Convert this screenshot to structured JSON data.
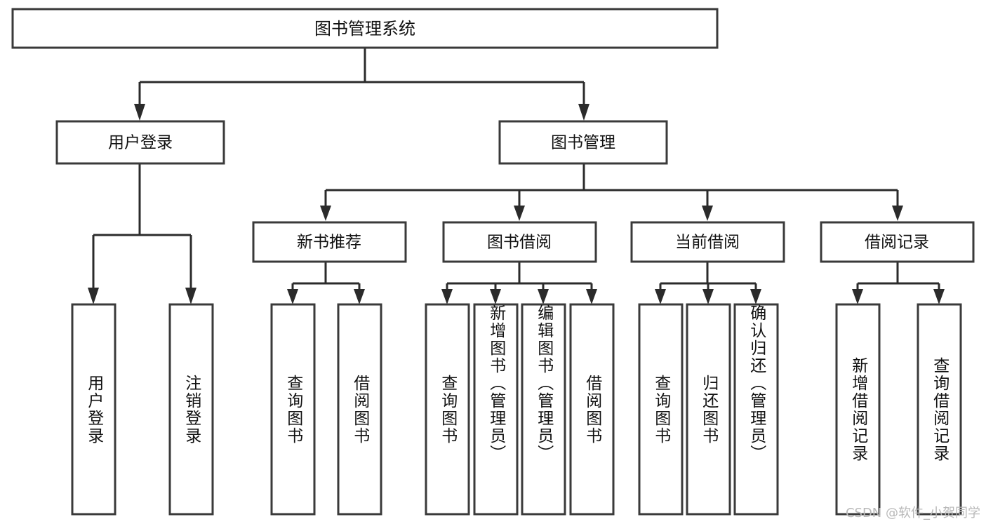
{
  "diagram": {
    "type": "tree-hierarchy",
    "title": "图书管理系统",
    "watermark": "CSDN @软件_小贺同学",
    "colors": {
      "box_stroke": "#3a3a3a",
      "connector": "#2b2b2b",
      "background": "#ffffff",
      "text": "#111111",
      "watermark": "#b8b8b8"
    },
    "root": {
      "label": "图书管理系统"
    },
    "level2": [
      {
        "label": "用户登录"
      },
      {
        "label": "图书管理"
      }
    ],
    "level3": [
      {
        "label": "新书推荐"
      },
      {
        "label": "图书借阅"
      },
      {
        "label": "当前借阅"
      },
      {
        "label": "借阅记录"
      }
    ],
    "leaves": {
      "user_login": [
        {
          "label": "用户登录"
        },
        {
          "label": "注销登录"
        }
      ],
      "new_book_recommend": [
        {
          "label": "查询图书"
        },
        {
          "label": "借阅图书"
        }
      ],
      "book_borrow": [
        {
          "label": "查询图书"
        },
        {
          "label": "新增图书（管理员）"
        },
        {
          "label": "编辑图书（管理员）"
        },
        {
          "label": "借阅图书"
        }
      ],
      "current_borrow": [
        {
          "label": "查询图书"
        },
        {
          "label": "归还图书"
        },
        {
          "label": "确认归还（管理员）"
        }
      ],
      "borrow_record": [
        {
          "label": "新增借阅记录"
        },
        {
          "label": "查询借阅记录"
        }
      ]
    }
  }
}
